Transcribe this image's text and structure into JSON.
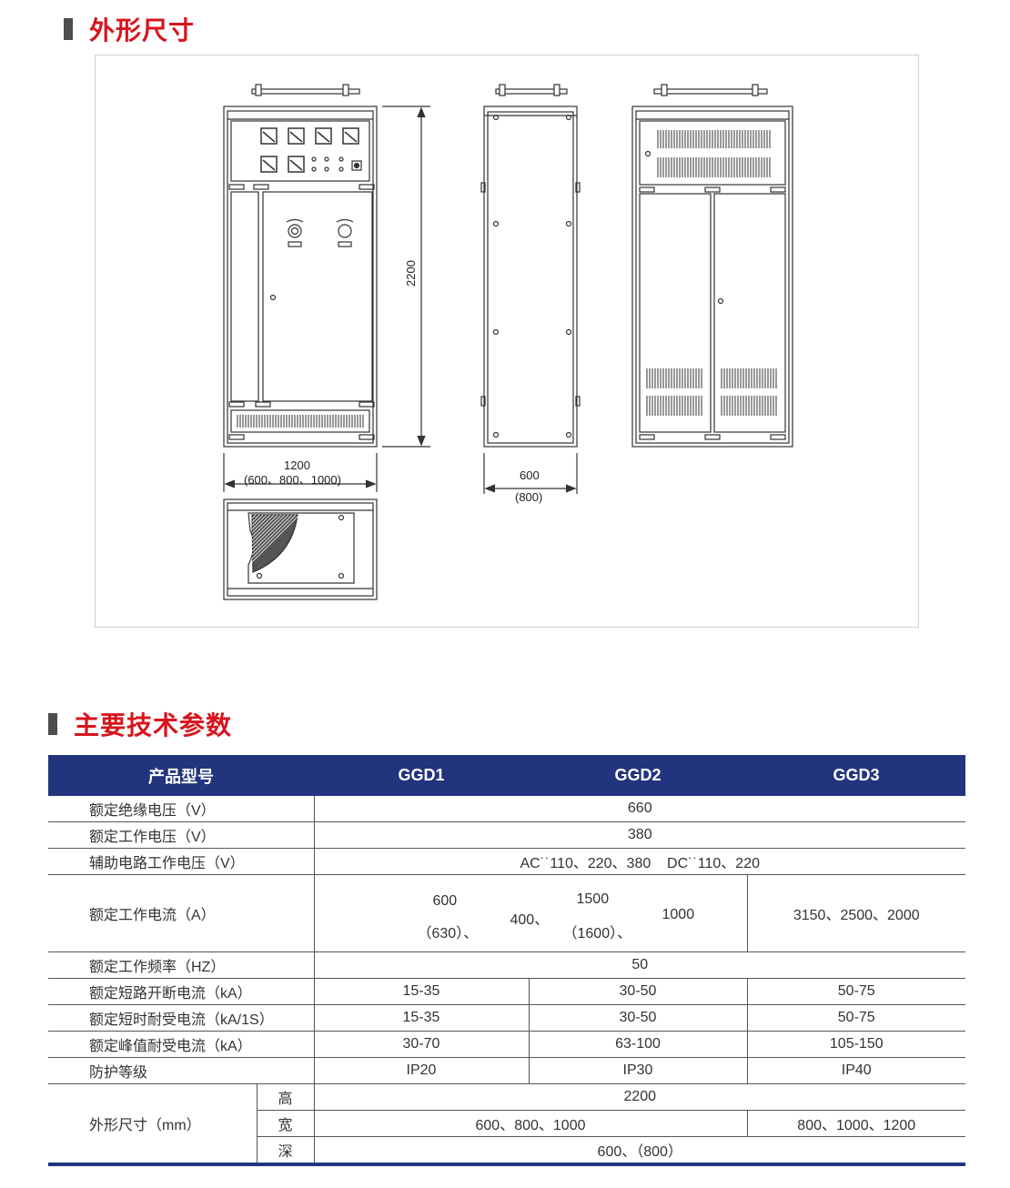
{
  "sections": {
    "dimensions_title": "外形尺寸",
    "params_title": "主要技术参数"
  },
  "drawing": {
    "height_label": "2200",
    "width_label": "1200",
    "width_alt_label": "(600、800、1000)",
    "depth_label": "600",
    "depth_alt_label": "(800)"
  },
  "table": {
    "header": {
      "model": "产品型号",
      "ggd1": "GGD1",
      "ggd2": "GGD2",
      "ggd3": "GGD3"
    },
    "rows": {
      "insulation_voltage": {
        "label": "额定绝缘电压（V）",
        "value": "660"
      },
      "working_voltage": {
        "label": "额定工作电压（V）",
        "value": "380"
      },
      "aux_voltage": {
        "label": "辅助电路工作电压（V）",
        "value": "AC˙˙110、220、380    DC˙˙110、220"
      },
      "working_current": {
        "label": "额定工作电流（A）",
        "v1_top": "600",
        "v1_bottom": "（630）、",
        "v2": "400、",
        "v3_top": "1500",
        "v3_bottom": "（1600）、",
        "v4": "1000",
        "ggd3": "3150、2500、2000"
      },
      "frequency": {
        "label": "额定工作频率（HZ）",
        "value": "50"
      },
      "breaking_current": {
        "label": "额定短路开断电流（kA）",
        "ggd1": "15-35",
        "ggd2": "30-50",
        "ggd3": "50-75"
      },
      "short_time_current": {
        "label": "额定短时耐受电流（kA/1S）",
        "ggd1": "15-35",
        "ggd2": "30-50",
        "ggd3": "50-75"
      },
      "peak_current": {
        "label": "额定峰值耐受电流（kA）",
        "ggd1": "30-70",
        "ggd2": "63-100",
        "ggd3": "105-150"
      },
      "protection": {
        "label": "防护等级",
        "ggd1": "IP20",
        "ggd2": "IP30",
        "ggd3": "IP40"
      },
      "size": {
        "label": "外形尺寸（mm）",
        "height_label": "高",
        "height_value": "2200",
        "width_label": "宽",
        "width_value_12": "600、800、1000",
        "width_value_3": "800、1000、1200",
        "depth_label": "深",
        "depth_value": "600、（800）"
      }
    }
  }
}
